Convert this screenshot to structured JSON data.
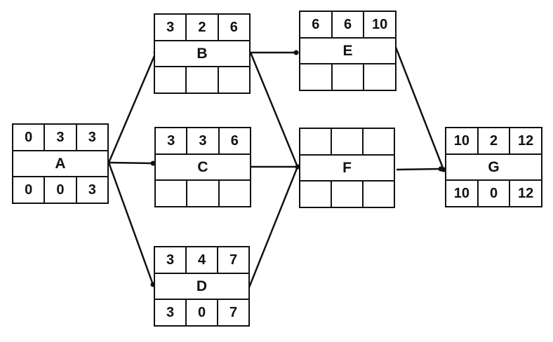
{
  "nodes": {
    "A": {
      "name": "A",
      "top": [
        "0",
        "3",
        "3"
      ],
      "bottom": [
        "0",
        "0",
        "3"
      ]
    },
    "B": {
      "name": "B",
      "top": [
        "3",
        "2",
        "6"
      ],
      "bottom": [
        "",
        "",
        ""
      ]
    },
    "C": {
      "name": "C",
      "top": [
        "3",
        "3",
        "6"
      ],
      "bottom": [
        "",
        "",
        ""
      ]
    },
    "D": {
      "name": "D",
      "top": [
        "3",
        "4",
        "7"
      ],
      "bottom": [
        "3",
        "0",
        "7"
      ]
    },
    "E": {
      "name": "E",
      "top": [
        "6",
        "6",
        "10"
      ],
      "bottom": [
        "",
        "",
        ""
      ]
    },
    "F": {
      "name": "F",
      "top": [
        "",
        "",
        ""
      ],
      "bottom": [
        "",
        "",
        ""
      ]
    },
    "G": {
      "name": "G",
      "top": [
        "10",
        "2",
        "12"
      ],
      "bottom": [
        "10",
        "0",
        "12"
      ]
    }
  },
  "edges": [
    {
      "from": "A",
      "to": "B"
    },
    {
      "from": "A",
      "to": "C"
    },
    {
      "from": "A",
      "to": "D"
    },
    {
      "from": "B",
      "to": "E"
    },
    {
      "from": "B",
      "to": "F"
    },
    {
      "from": "C",
      "to": "F"
    },
    {
      "from": "D",
      "to": "F"
    },
    {
      "from": "E",
      "to": "G"
    },
    {
      "from": "F",
      "to": "G"
    }
  ]
}
